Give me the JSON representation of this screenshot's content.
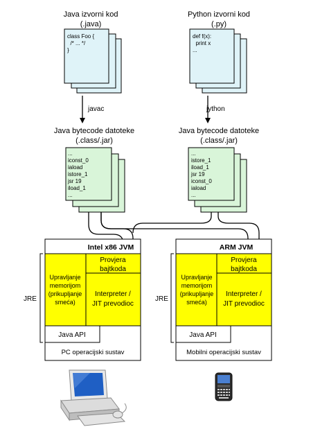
{
  "java_source": {
    "title_line1": "Java izvorni kod",
    "title_line2": "(.java)",
    "code": [
      "class Foo {",
      "  /* ... */",
      "}"
    ]
  },
  "python_source": {
    "title_line1": "Python izvorni kod",
    "title_line2": "(.py)",
    "code": [
      "def f(x):",
      "  print x",
      "..."
    ]
  },
  "compilers": {
    "left": "javac",
    "right": "jython"
  },
  "bytecode_left": {
    "title_line1": "Java bytecode datoteke",
    "title_line2": "(.class/.jar)",
    "code": [
      "...",
      "iconst_0",
      "iaload",
      "istore_1",
      "jsr 19",
      "iload_1",
      "..."
    ]
  },
  "bytecode_right": {
    "title_line1": "Java bytecode datoteke",
    "title_line2": "(.class/.jar)",
    "code": [
      "...",
      "istore_1",
      "iload_1",
      "jsr 19",
      "iconst_0",
      "iaload",
      "..."
    ]
  },
  "jvm_left": {
    "title": "Intel x86 JVM",
    "memory": [
      "Upravljanje",
      "memorijom",
      "(prikupljanje",
      "smeća)"
    ],
    "verify": [
      "Provjera",
      "bajtkoda"
    ],
    "interpreter": [
      "Interpreter /",
      "JIT prevodioc"
    ],
    "api": "Java API",
    "os": "PC operacijski sustav",
    "jre": "JRE"
  },
  "jvm_right": {
    "title": "ARM JVM",
    "memory": [
      "Upravljanje",
      "memorijom",
      "(prikupljanje",
      "smeća)"
    ],
    "verify": [
      "Provjera",
      "bajtkoda"
    ],
    "interpreter": [
      "Interpreter /",
      "JIT prevodioc"
    ],
    "api": "Java API",
    "os": "Mobilni operacijski sustav",
    "jre": "JRE"
  },
  "colors": {
    "source_doc": "#dff3f8",
    "bytecode_doc": "#d9f5d9",
    "jvm_yellow": "#ffff00",
    "computer_screen": "#1f5fc4"
  },
  "icons": {
    "left": "desktop-computer-icon",
    "right": "smartphone-icon"
  }
}
